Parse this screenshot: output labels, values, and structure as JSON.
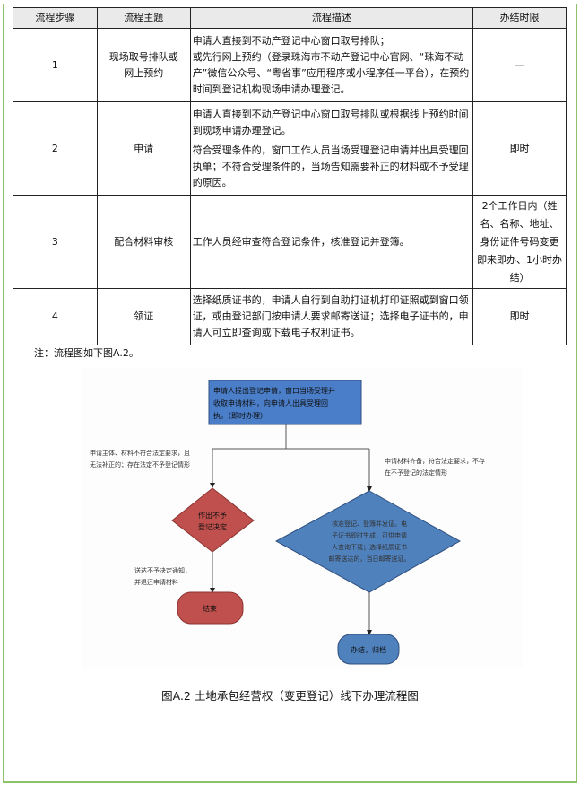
{
  "table": {
    "headers": [
      "流程步骤",
      "流程主题",
      "流程描述",
      "办结时限"
    ],
    "rows": [
      {
        "step": "1",
        "topic": "现场取号排队或网上预约",
        "desc": [
          "申请人直接到不动产登记中心窗口取号排队；",
          "或先行网上预约（登录珠海市不动产登记中心官网、“珠海不动产”微信公众号、“粤省事”应用程序或小程序任一平台），在预约时间到登记机构现场申请办理登记。"
        ],
        "limit": "—"
      },
      {
        "step": "2",
        "topic": "申请",
        "desc": [
          "申请人直接到不动产登记中心窗口取号排队或根据线上预约时间到现场申请办理登记。",
          "符合受理条件的，窗口工作人员当场受理登记申请并出具受理回执单；不符合受理条件的，当场告知需要补正的材料或不予受理的原因。"
        ],
        "limit": "即时"
      },
      {
        "step": "3",
        "topic": "配合材料审核",
        "desc": [
          "工作人员经审查符合登记条件，核准登记并登簿。"
        ],
        "limit": "2个工作日内（姓名、名称、地址、身份证件号码变更即来即办、1小时办结）"
      },
      {
        "step": "4",
        "topic": "领证",
        "desc": [
          "选择纸质证书的，申请人自行到自助打证机打印证照或到窗口领证，或由登记部门按申请人要求邮寄送证；选择电子证书的，申请人可立即查询或下载电子权利证书。"
        ],
        "limit": "即时"
      }
    ]
  },
  "note": "注：流程图如下图A.2。",
  "flowchart": {
    "start": [
      "申请人提出登记申请，窗口当场受理并",
      "收取申请材料，向申请人出具受理回",
      "执。（即时办理）"
    ],
    "left_condition": [
      "申请主体、材料不符合法定要求，且",
      "无法补正的；存在法定不予登记情形"
    ],
    "right_condition": [
      "申请材料齐备，符合法定要求，不存",
      "在不予登记的法定情形"
    ],
    "reject_decision": [
      "作出不予",
      "登记决定"
    ],
    "approve_decision": [
      "核准登记、登簿并发证。电",
      "子证书即时生成，可供申请",
      "人查询下载；选择纸质证书",
      "邮寄送达的，当日邮寄送证。"
    ],
    "reject_action": [
      "送达不予决定通知，",
      "并退还申请材料"
    ],
    "end_reject": "结束",
    "end_approve": "办结，归档",
    "colors": {
      "blue_box": "#4a7ec9",
      "red": "#c0504d",
      "blue_diamond": "#4f81bd"
    }
  },
  "caption": "图A.2 土地承包经营权（变更登记）线下办理流程图"
}
